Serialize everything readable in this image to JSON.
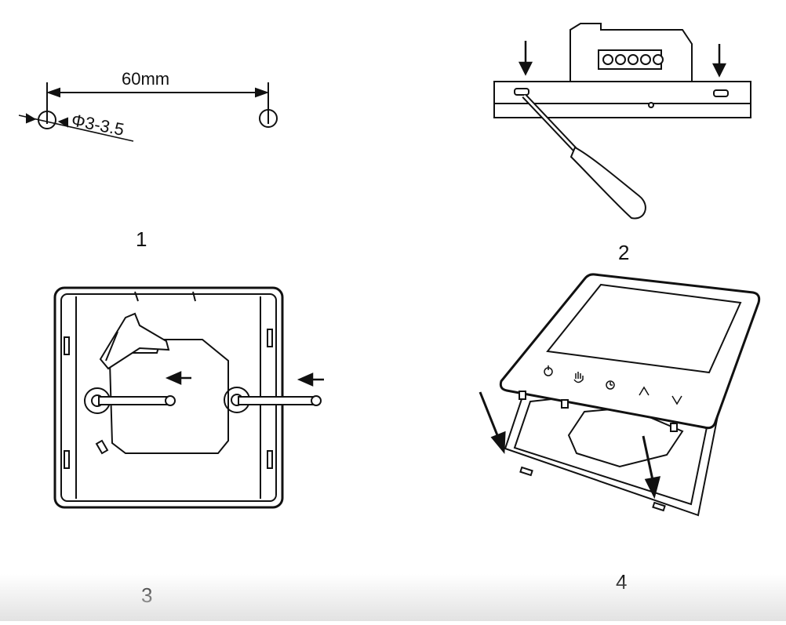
{
  "steps": {
    "s1": {
      "number": "1",
      "dimension_label": "60mm",
      "hole_label": "Φ3-3.5"
    },
    "s2": {
      "number": "2"
    },
    "s3": {
      "number": "3"
    },
    "s4": {
      "number": "4"
    }
  },
  "icons": {
    "s2": [
      "down-arrow-icon",
      "down-arrow-icon",
      "screwdriver-icon"
    ],
    "s3": [
      "left-arrow-icon",
      "left-arrow-icon"
    ],
    "s4": [
      "down-arrow-icon",
      "down-arrow-icon"
    ],
    "panel_buttons": [
      "power-icon",
      "hand-icon",
      "clock-icon",
      "up-chevron-icon",
      "down-chevron-icon"
    ]
  }
}
